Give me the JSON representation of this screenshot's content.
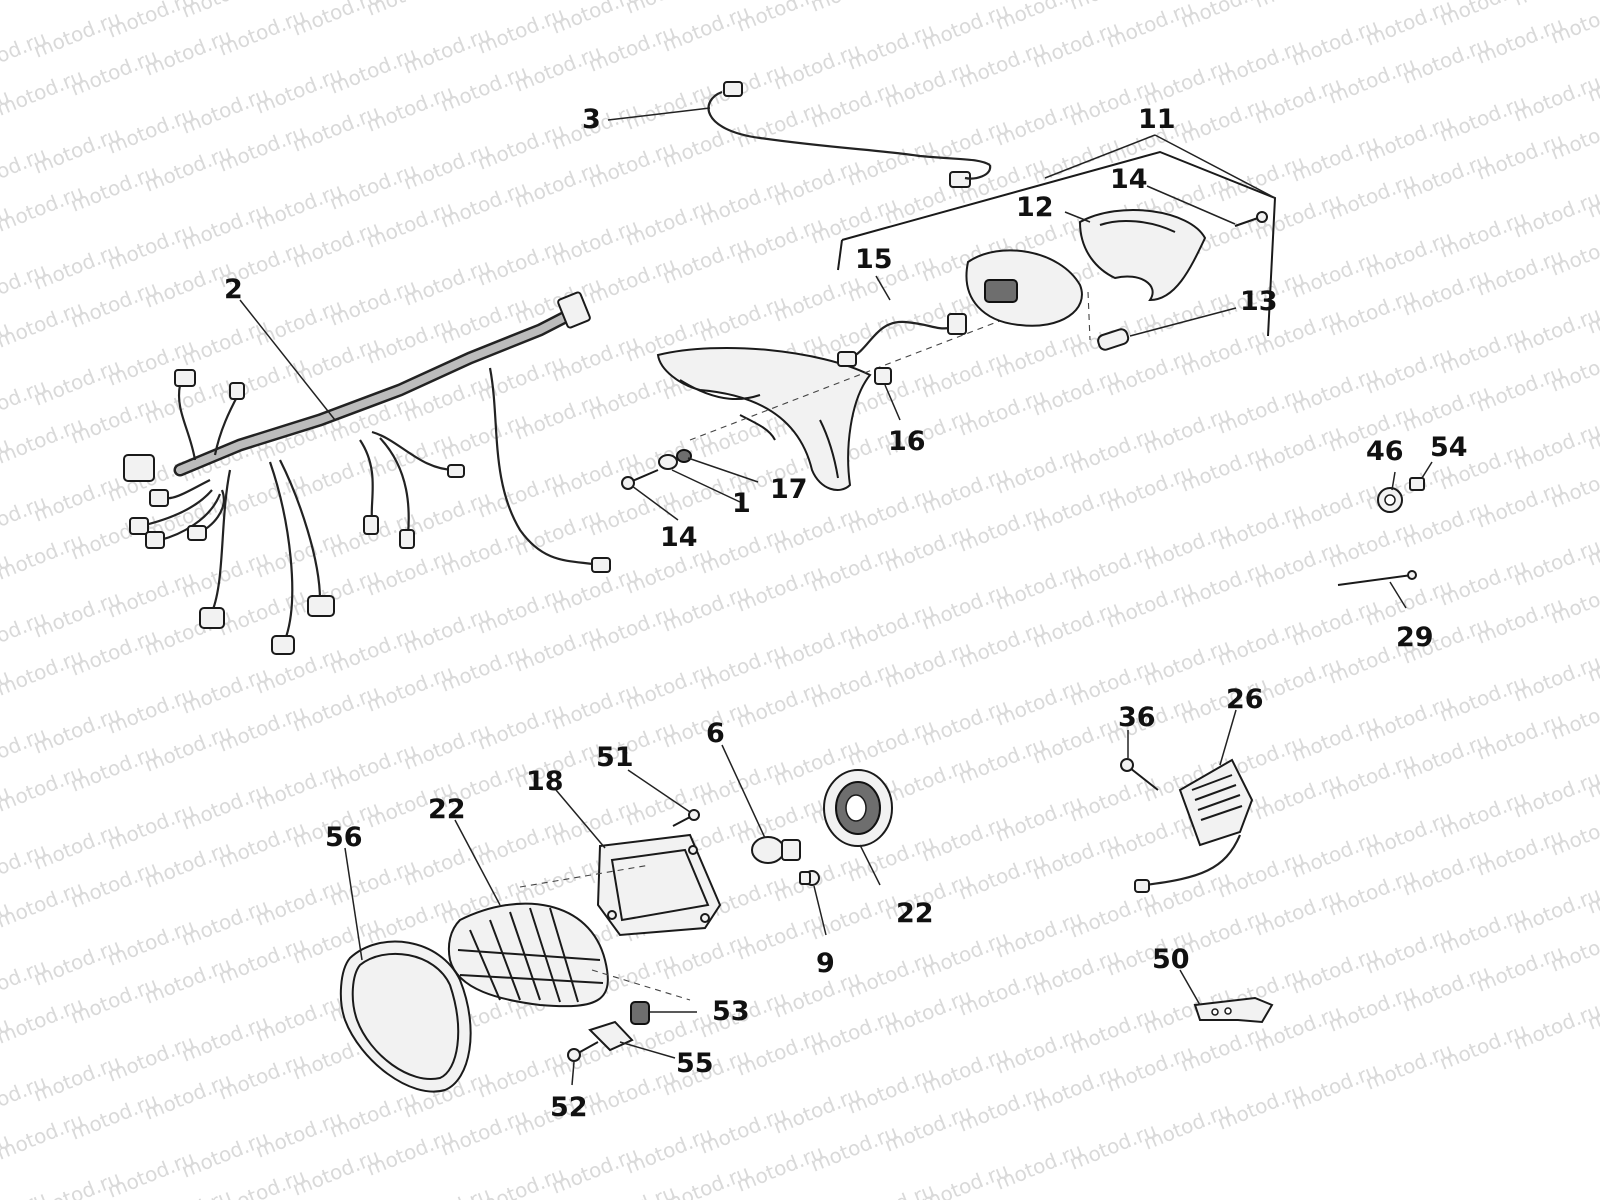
{
  "watermark": "motod.ru",
  "callouts": {
    "c1": "1",
    "c2": "2",
    "c3": "3",
    "c6": "6",
    "c9": "9",
    "c11": "11",
    "c12": "12",
    "c13": "13",
    "c14a": "14",
    "c14b": "14",
    "c15": "15",
    "c16": "16",
    "c17": "17",
    "c18": "18",
    "c22a": "22",
    "c22b": "22",
    "c26": "26",
    "c29": "29",
    "c36": "36",
    "c46": "46",
    "c50": "50",
    "c51": "51",
    "c52": "52",
    "c53": "53",
    "c54": "54",
    "c55": "55",
    "c56": "56"
  }
}
